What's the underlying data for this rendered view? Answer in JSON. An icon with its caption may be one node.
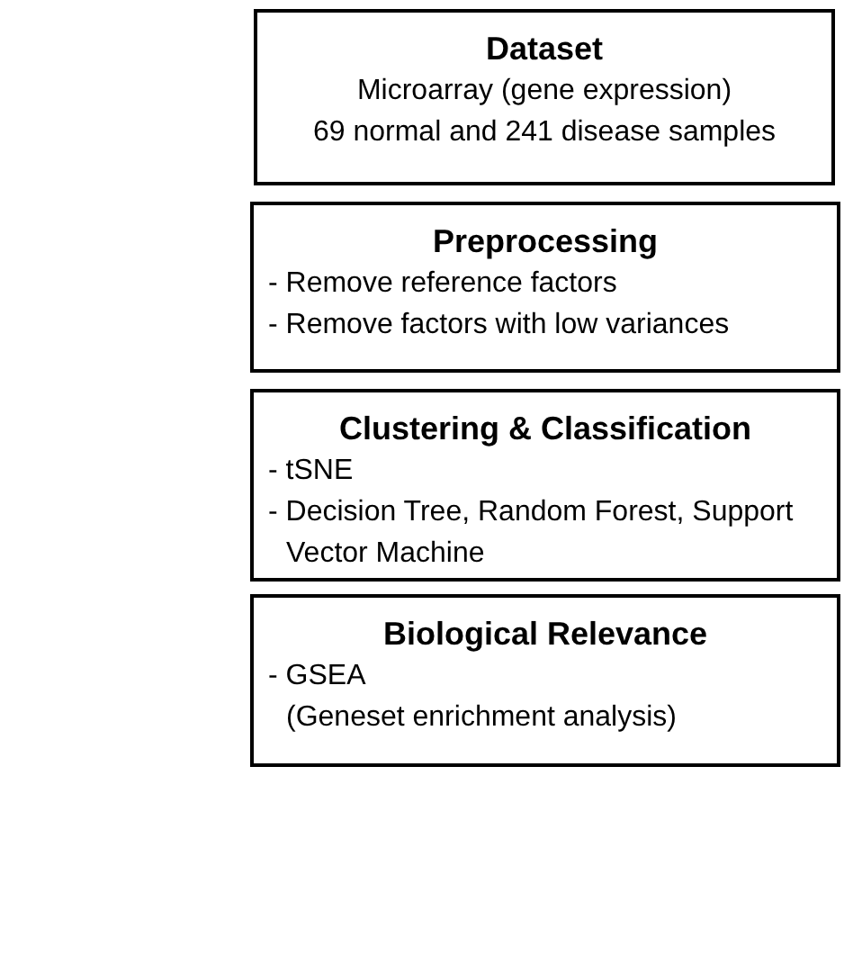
{
  "diagram": {
    "nodes": [
      {
        "text": [
          "Dataset",
          "Microarray (gene expression)",
          "69 normal and 241 disease samples"
        ]
      },
      {
        "text": [
          "Preprocessing",
          "- Remove reference factors",
          "- Remove factors with low variances"
        ]
      },
      {
        "text": [
          "Clustering & Classification",
          "- tSNE",
          "- Decision Tree, Random Forest, Support Vector Machine"
        ]
      },
      {
        "text": [
          "Biological Relevance",
          "- GSEA",
          "(Geneset enrichment analysis)"
        ]
      }
    ]
  }
}
